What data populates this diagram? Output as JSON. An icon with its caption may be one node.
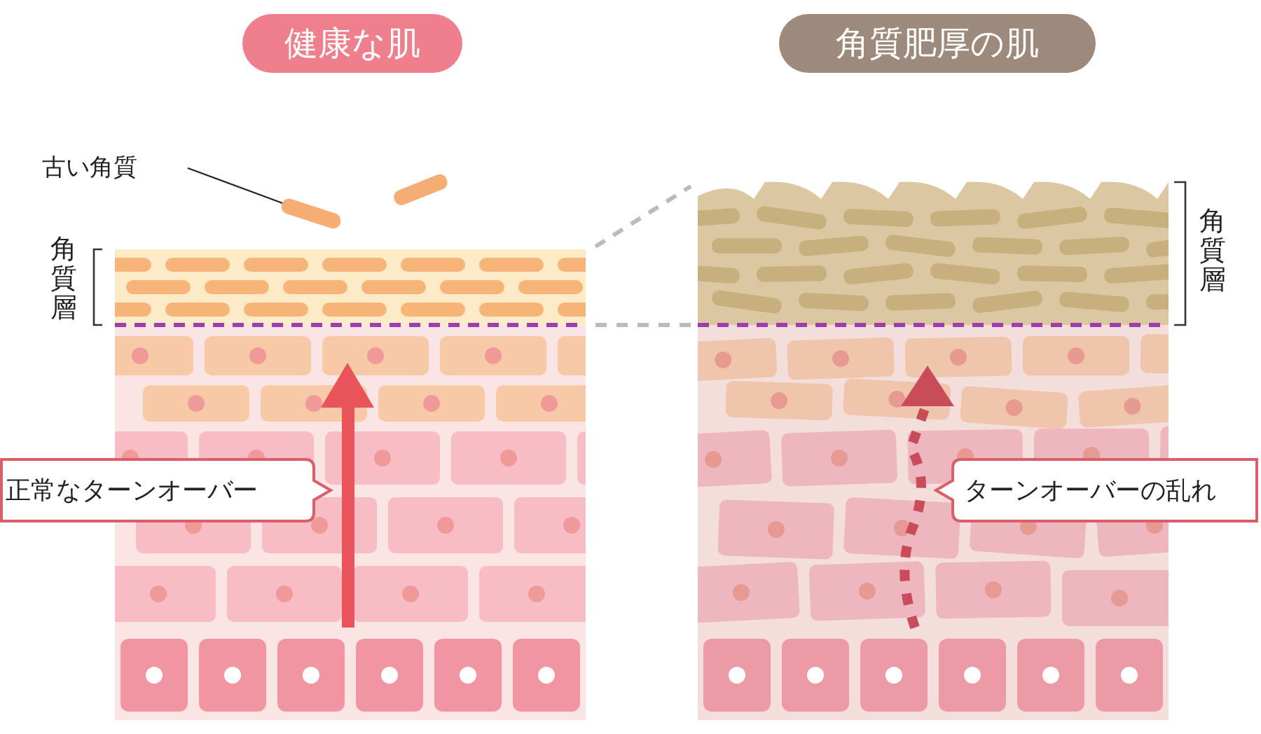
{
  "diagram": {
    "nodes": [
      {
        "text": [
          "健康な肌"
        ]
      },
      {
        "text": [
          "角質肥厚の肌"
        ]
      },
      {
        "text": [
          "古い角質"
        ]
      },
      {
        "text": [],
        "shape": "bar"
      },
      {
        "text": [
          "正常なターンオーバー"
        ]
      },
      {
        "text": [
          "ターンオーバーの乱れ"
        ]
      }
    ],
    "edges": [
      {
        "from": 2,
        "to": 3,
        "arrow": "none"
      }
    ],
    "labels": [
      "角質層",
      "角質層"
    ]
  }
}
